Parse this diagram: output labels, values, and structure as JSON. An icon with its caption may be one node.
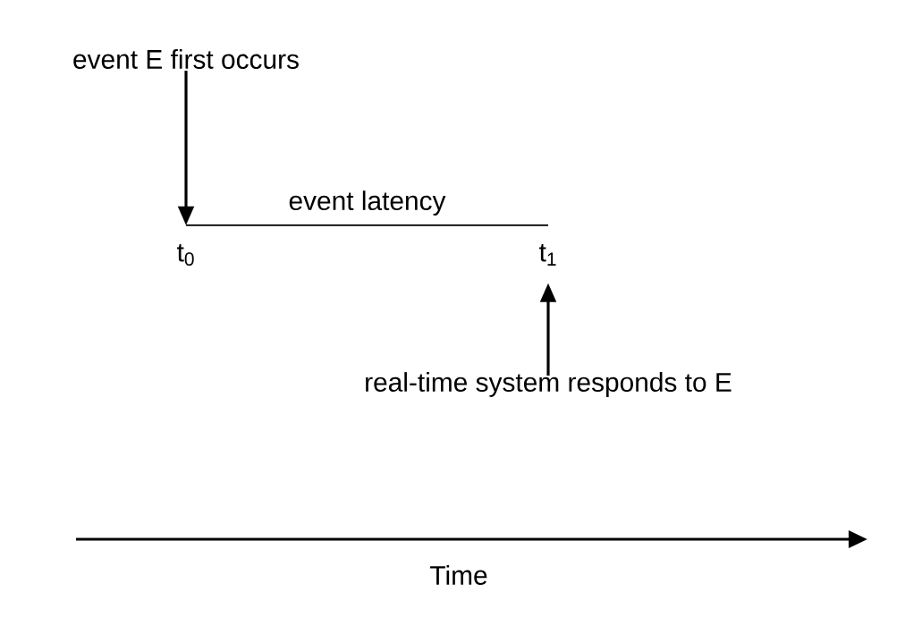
{
  "diagram": {
    "nodes": [
      {
        "text": [
          "event E first occurs"
        ]
      },
      {
        "text": [
          "t$_{0}$"
        ]
      },
      {
        "text": [
          "t$_{1}$"
        ]
      },
      {
        "text": [
          "real-time system responds to E"
        ]
      }
    ],
    "edges": [
      {
        "from": 0,
        "to": 1,
        "arrow": "to"
      },
      {
        "from": 1,
        "to": 2,
        "arrow": "none",
        "label": "event latency"
      },
      {
        "from": 3,
        "to": 2,
        "arrow": "to"
      }
    ],
    "labels": [
      "Time"
    ]
  }
}
